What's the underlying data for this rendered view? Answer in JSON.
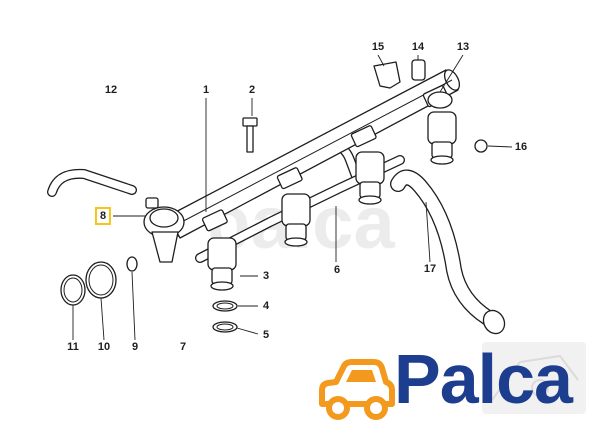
{
  "diagram": {
    "callouts": [
      {
        "label": "1"
      },
      {
        "label": "2"
      },
      {
        "label": "3"
      },
      {
        "label": "4"
      },
      {
        "label": "5"
      },
      {
        "label": "6"
      },
      {
        "label": "7"
      },
      {
        "label": "8",
        "highlighted": true
      },
      {
        "label": "9"
      },
      {
        "label": "10"
      },
      {
        "label": "11"
      },
      {
        "label": "12"
      },
      {
        "label": "13"
      },
      {
        "label": "14"
      },
      {
        "label": "15"
      },
      {
        "label": "16"
      },
      {
        "label": "17"
      }
    ],
    "highlight_color": "#f5c518",
    "line_color": "#1e1e1e"
  },
  "watermark": {
    "text": "palca"
  },
  "logo": {
    "text": "Palca",
    "text_color": "#1d3d8f",
    "icon": "car-icon",
    "icon_color": "#f39a1e"
  }
}
